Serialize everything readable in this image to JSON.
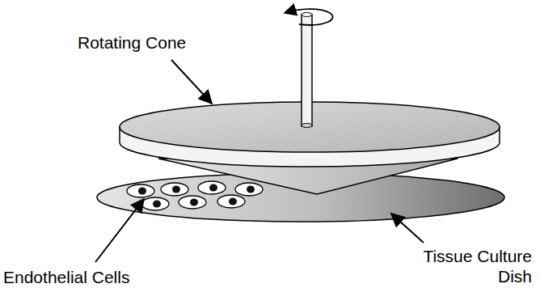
{
  "diagram": {
    "labels": [
      "Rotating Cone",
      "Endothelial Cells",
      "Tissue Culture Dish"
    ]
  }
}
